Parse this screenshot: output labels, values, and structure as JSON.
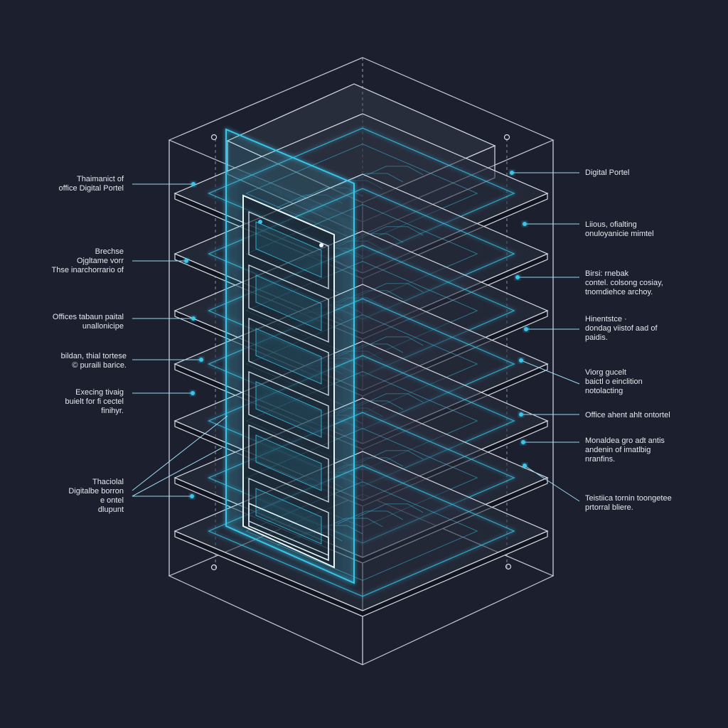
{
  "colors": {
    "background": "#1b1f2e",
    "wireframe": "#d9dde6",
    "glow": "#38c6ea",
    "label_text": "#e6e9ef"
  },
  "labels": {
    "left": [
      {
        "lines": [
          "Thaimanict of",
          "office Digital Portel"
        ]
      },
      {
        "lines": [
          "Brechse",
          "Ojgltame  vorr",
          "Thse inarchorrario of"
        ]
      },
      {
        "lines": [
          "Offices tabaun paital",
          "unallonicipe"
        ]
      },
      {
        "lines": [
          "bildan, thial tortese",
          "© puraili barice."
        ]
      },
      {
        "lines": [
          "Execing tivaig",
          "buielt for fi cectel",
          "finihyr."
        ]
      },
      {
        "lines": [
          "Thaciolal",
          "Digitalbe borron",
          "e ontel",
          "dlupunt"
        ]
      }
    ],
    "right": [
      {
        "lines": [
          "Digital Portel"
        ]
      },
      {
        "lines": [
          "Liious, ofialting",
          "onuloyanicie mimtel"
        ]
      },
      {
        "lines": [
          "Birsi: rnebak",
          "contel. colsong cosiay,",
          "tnomdiehce archoy."
        ]
      },
      {
        "lines": [
          "Hinentstce  ·",
          "dondag viistof aad of",
          "paidis."
        ]
      },
      {
        "lines": [
          "Viorg gucelt",
          "baictl o einclition",
          "notolacting"
        ]
      },
      {
        "lines": [
          "Office ahent ahlt ontortel"
        ]
      },
      {
        "lines": [
          "Monaldea gro adt antis",
          "andenin of imatlbig",
          "nranfins."
        ]
      },
      {
        "lines": [
          "Teistiica tornin toongetee",
          "prtorral bliere."
        ]
      }
    ]
  }
}
